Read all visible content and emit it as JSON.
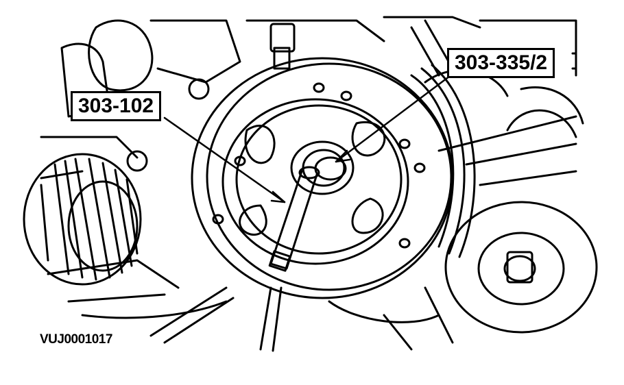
{
  "callouts": {
    "tool_left": "303-102",
    "tool_right": "303-335/2"
  },
  "figure_id": "VUJ0001017",
  "colors": {
    "ink": "#000000",
    "paper": "#ffffff"
  }
}
